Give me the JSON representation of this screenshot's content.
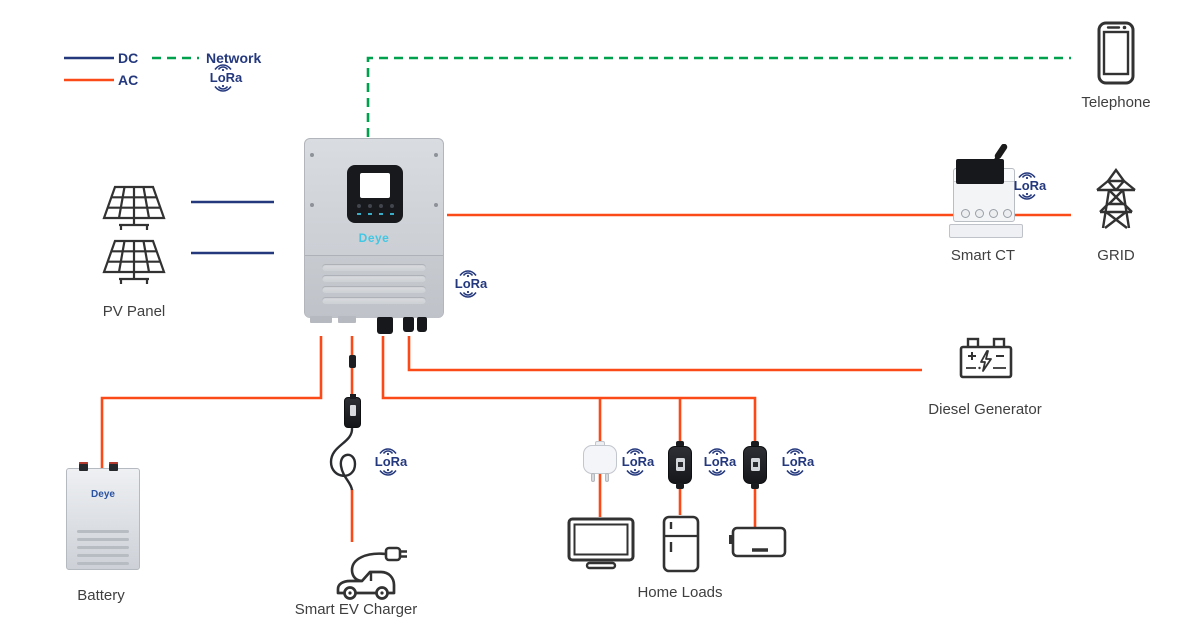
{
  "colors": {
    "dc": "#24387e",
    "ac": "#fb4a18",
    "network": "#00a14c",
    "lora": "#24387e",
    "label": "#3f3f3f",
    "brand_cyan": "#41c7e3",
    "brand_blue": "#2a52a2"
  },
  "legend": {
    "dc": "DC",
    "ac": "AC",
    "network": "Network"
  },
  "lora": {
    "text": "LoRa"
  },
  "nodes": {
    "pv_panel": {
      "label": "PV Panel"
    },
    "inverter": {
      "brand": "Deye"
    },
    "battery": {
      "label": "Battery",
      "brand": "Deye"
    },
    "ev_charger": {
      "label": "Smart EV Charger"
    },
    "home_loads": {
      "label": "Home Loads"
    },
    "diesel_generator": {
      "label": "Diesel Generator"
    },
    "smart_ct": {
      "label": "Smart CT"
    },
    "grid": {
      "label": "GRID"
    },
    "telephone": {
      "label": "Telephone"
    }
  },
  "connections": [
    {
      "from": "pv_panel",
      "to": "inverter",
      "type": "dc"
    },
    {
      "from": "inverter",
      "to": "battery",
      "type": "ac"
    },
    {
      "from": "inverter",
      "to": "ev_charger",
      "type": "ac"
    },
    {
      "from": "inverter",
      "to": "home_loads",
      "type": "ac"
    },
    {
      "from": "inverter",
      "to": "diesel_generator",
      "type": "ac"
    },
    {
      "from": "inverter",
      "to": "grid",
      "type": "ac",
      "via": "smart_ct"
    },
    {
      "from": "inverter",
      "to": "telephone",
      "type": "network"
    }
  ],
  "lora_equipped": [
    "inverter",
    "ev_charger",
    "home_load_plug",
    "home_load_module_1",
    "home_load_module_2",
    "smart_ct"
  ]
}
